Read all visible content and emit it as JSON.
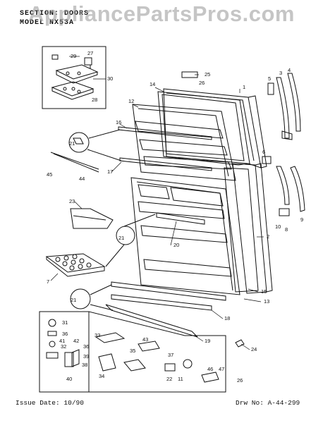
{
  "header": {
    "section_line": "SECTION: DOORS",
    "model_line": "MODEL NX53A"
  },
  "watermark": "AppliancePartsPros.com",
  "footer": {
    "issue_date": "Issue Date: 10/90",
    "drawing_no": "Drw No: A-44-299"
  },
  "callouts": [
    {
      "id": "c1",
      "label": "1"
    },
    {
      "id": "c2",
      "label": "2"
    },
    {
      "id": "c3",
      "label": "3"
    },
    {
      "id": "c4",
      "label": "4"
    },
    {
      "id": "c5",
      "label": "5"
    },
    {
      "id": "c6",
      "label": "6"
    },
    {
      "id": "c7",
      "label": "7"
    },
    {
      "id": "c8",
      "label": "8"
    },
    {
      "id": "c9",
      "label": "9"
    },
    {
      "id": "c10",
      "label": "10"
    },
    {
      "id": "c12",
      "label": "12"
    },
    {
      "id": "c13",
      "label": "13"
    },
    {
      "id": "c14",
      "label": "14"
    },
    {
      "id": "c15",
      "label": "15"
    },
    {
      "id": "c16",
      "label": "16"
    },
    {
      "id": "c17",
      "label": "17"
    },
    {
      "id": "c18",
      "label": "18"
    },
    {
      "id": "c19",
      "label": "19"
    },
    {
      "id": "c20",
      "label": "20"
    },
    {
      "id": "c21a",
      "label": "21"
    },
    {
      "id": "c21b",
      "label": "21"
    },
    {
      "id": "c21c",
      "label": "21"
    },
    {
      "id": "c23",
      "label": "23"
    },
    {
      "id": "c24",
      "label": "24"
    },
    {
      "id": "c25",
      "label": "25"
    },
    {
      "id": "c26",
      "label": "26"
    },
    {
      "id": "c26b",
      "label": "26"
    },
    {
      "id": "c27",
      "label": "27"
    },
    {
      "id": "c28",
      "label": "28"
    },
    {
      "id": "c29",
      "label": "29"
    },
    {
      "id": "c30",
      "label": "30"
    },
    {
      "id": "c31",
      "label": "31"
    },
    {
      "id": "c32",
      "label": "32"
    },
    {
      "id": "c33",
      "label": "33"
    },
    {
      "id": "c34",
      "label": "34"
    },
    {
      "id": "c35",
      "label": "35"
    },
    {
      "id": "c36",
      "label": "36"
    },
    {
      "id": "c36b",
      "label": "36"
    },
    {
      "id": "c37",
      "label": "37"
    },
    {
      "id": "c38",
      "label": "38"
    },
    {
      "id": "c39",
      "label": "39"
    },
    {
      "id": "c40",
      "label": "40"
    },
    {
      "id": "c41",
      "label": "41"
    },
    {
      "id": "c42",
      "label": "42"
    },
    {
      "id": "c43",
      "label": "43"
    },
    {
      "id": "c44",
      "label": "44"
    },
    {
      "id": "c45",
      "label": "45"
    },
    {
      "id": "c46",
      "label": "46"
    },
    {
      "id": "c47",
      "label": "47"
    },
    {
      "id": "c11",
      "label": "11"
    },
    {
      "id": "c22",
      "label": "22"
    }
  ]
}
